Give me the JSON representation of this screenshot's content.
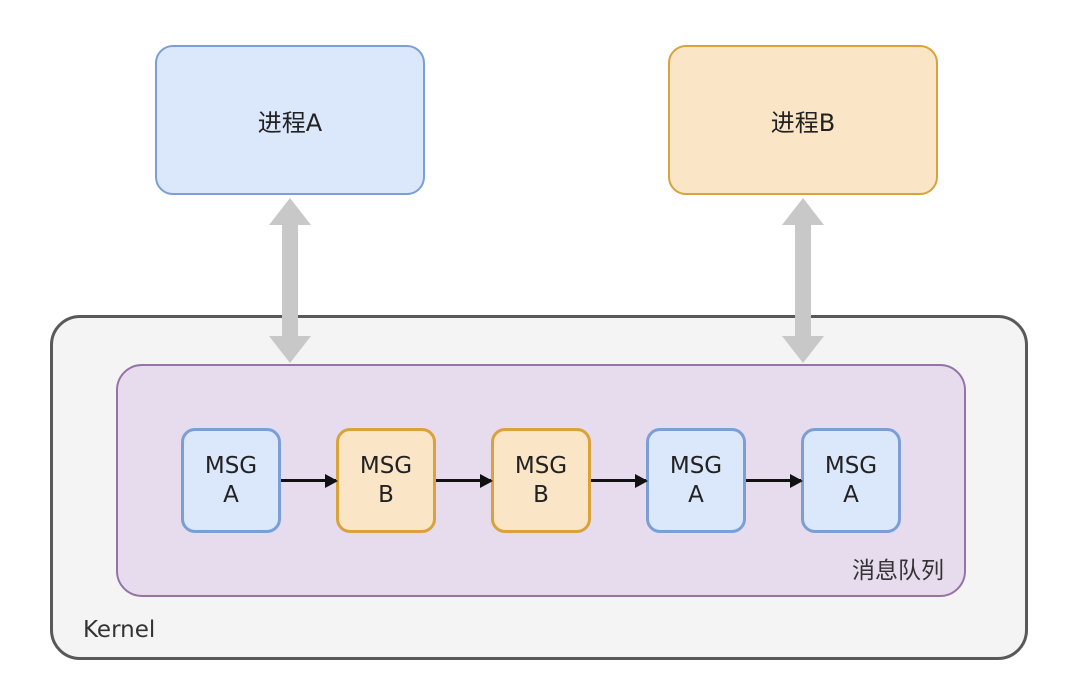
{
  "diagram": {
    "process_a": {
      "label": "进程A"
    },
    "process_b": {
      "label": "进程B"
    },
    "kernel": {
      "label": "Kernel"
    },
    "queue": {
      "label": "消息队列",
      "messages": [
        {
          "title": "MSG",
          "letter": "A",
          "color": "blue"
        },
        {
          "title": "MSG",
          "letter": "B",
          "color": "orange"
        },
        {
          "title": "MSG",
          "letter": "B",
          "color": "orange"
        },
        {
          "title": "MSG",
          "letter": "A",
          "color": "blue"
        },
        {
          "title": "MSG",
          "letter": "A",
          "color": "blue"
        }
      ]
    },
    "colors": {
      "blue_fill": "#dbe8fb",
      "blue_border": "#7b9fd4",
      "orange_fill": "#fbe5c7",
      "orange_border": "#d9a23b",
      "purple_fill": "#e6dcee",
      "purple_border": "#9673a6",
      "kernel_fill": "#f4f4f4",
      "kernel_border": "#595959",
      "arrow_gray": "#c8c8c8",
      "arrow_black": "#111111"
    }
  }
}
